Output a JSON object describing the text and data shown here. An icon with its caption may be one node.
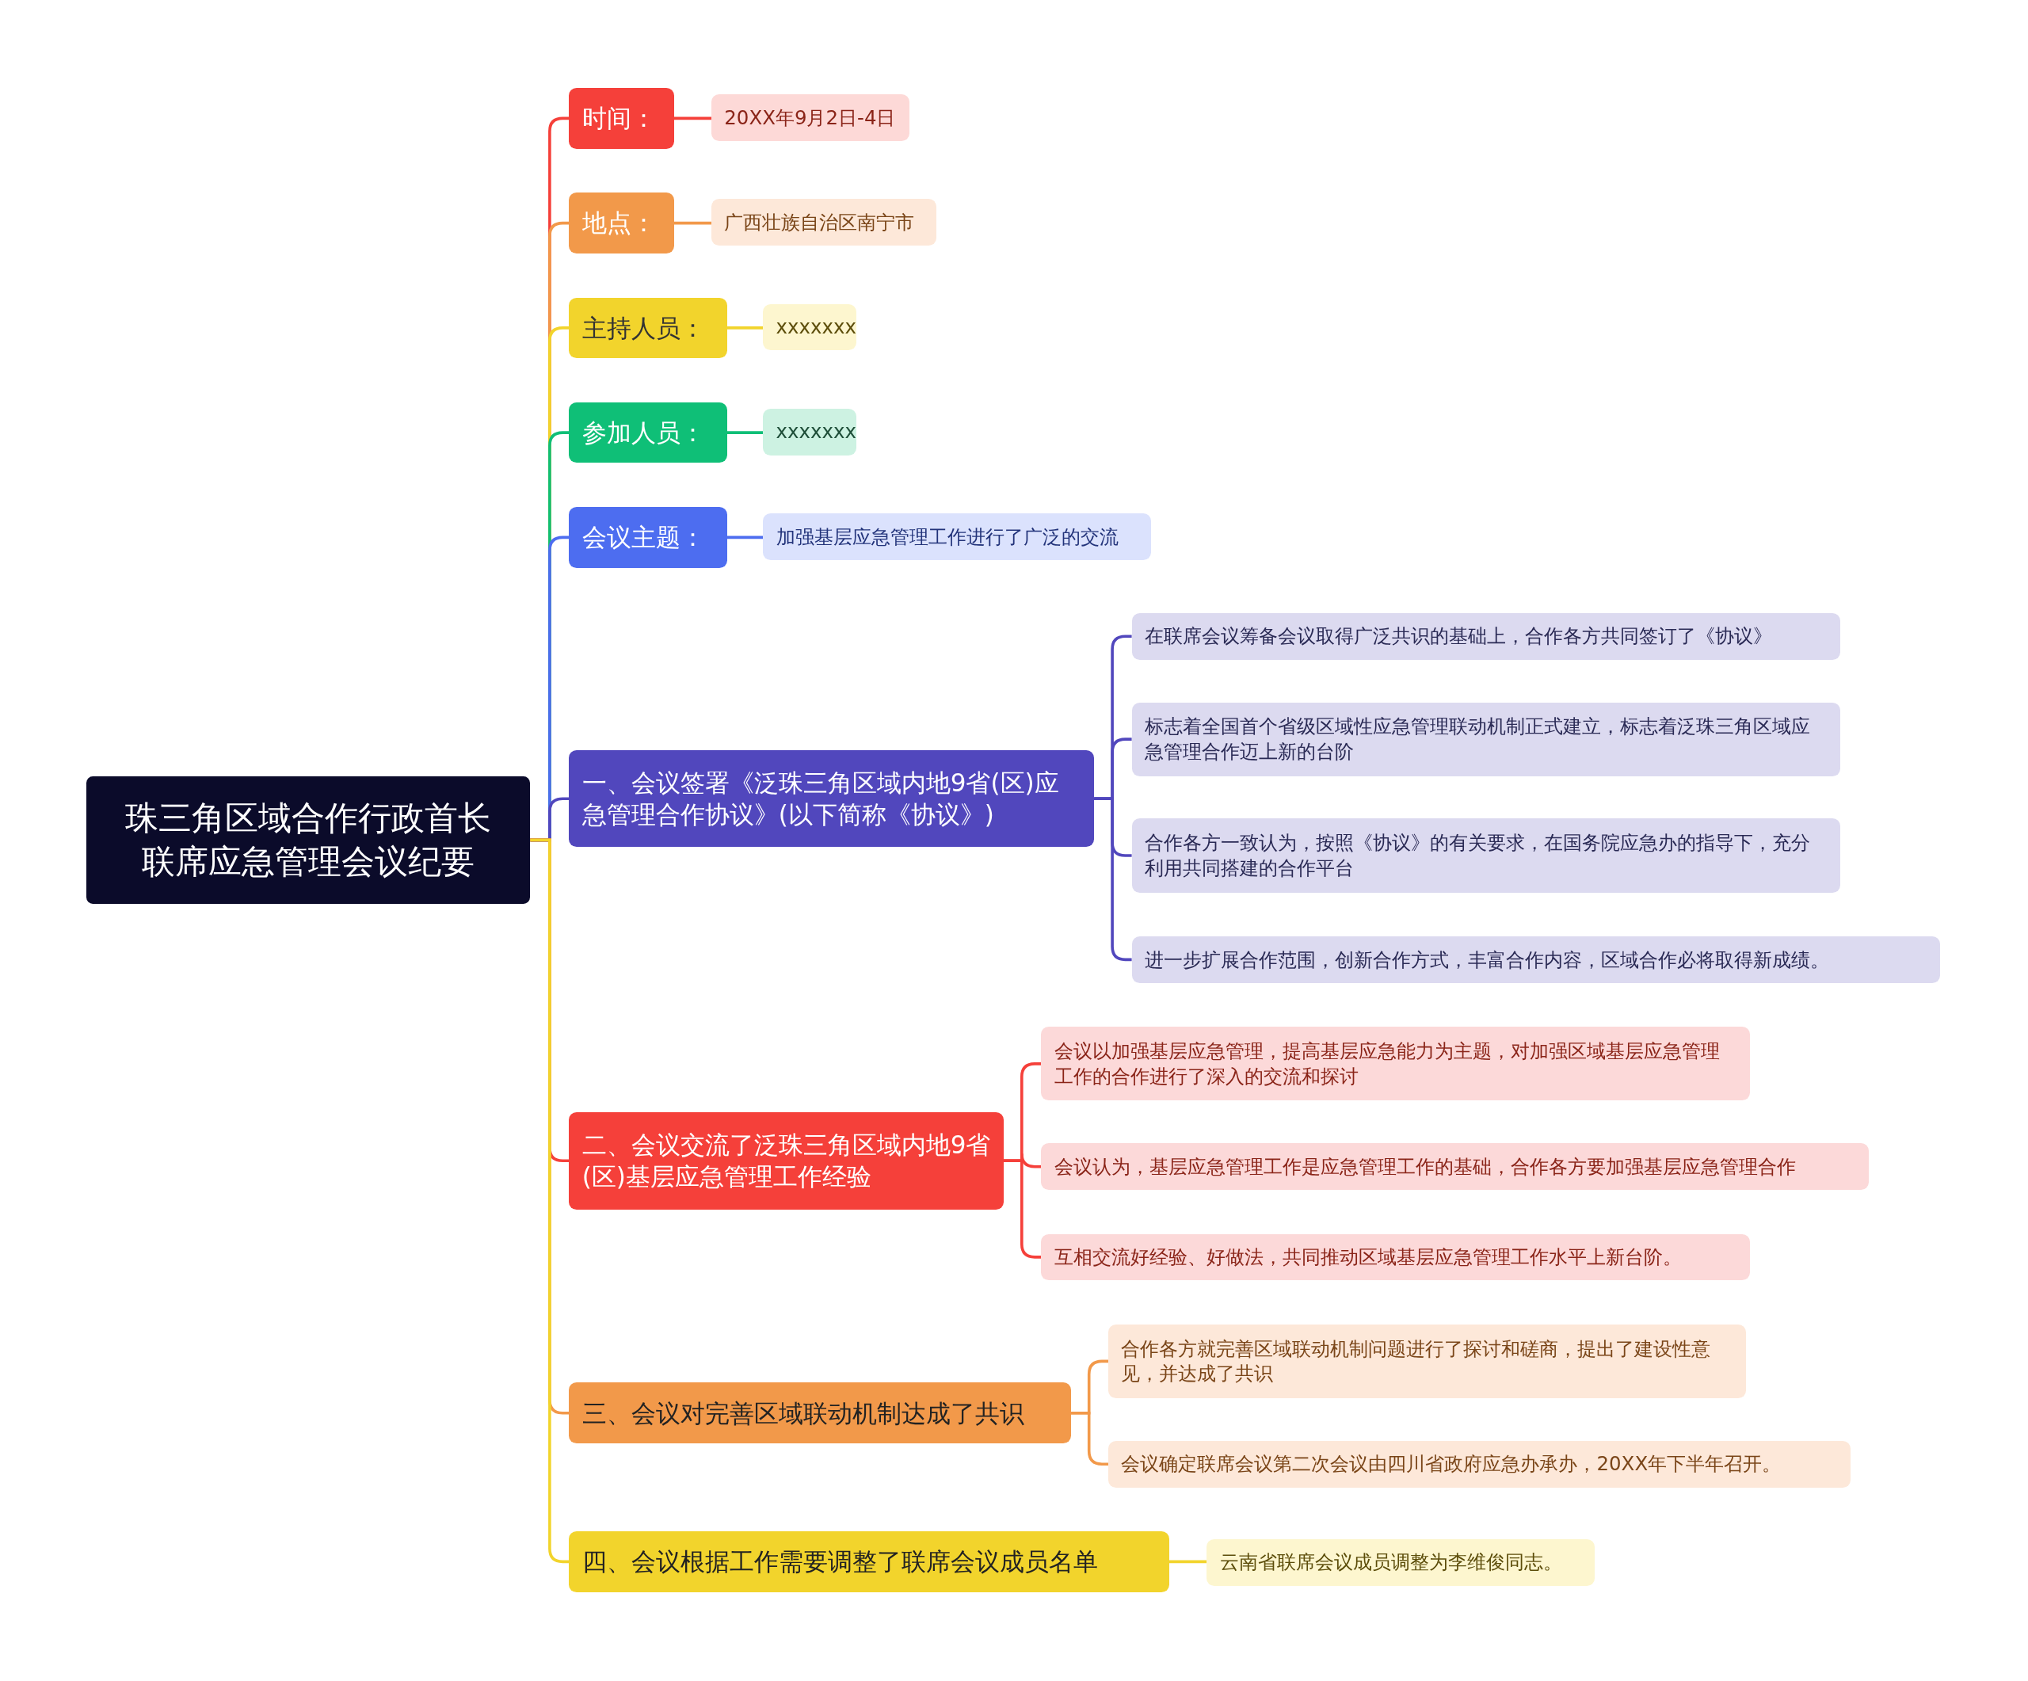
{
  "diagram": {
    "nodes": [
      {
        "text": [
          "珠三角区域合作行政首长联席应急管理会议纪要"
        ]
      },
      {
        "text": [
          "时间："
        ]
      },
      {
        "text": [
          "20XX年9月2日-4日"
        ]
      },
      {
        "text": [
          "地点："
        ]
      },
      {
        "text": [
          "广西壮族自治区南宁市"
        ]
      },
      {
        "text": [
          "主持人员："
        ]
      },
      {
        "text": [
          "xxxxxxx"
        ]
      },
      {
        "text": [
          "参加人员："
        ]
      },
      {
        "text": [
          "xxxxxxx"
        ]
      },
      {
        "text": [
          "会议主题："
        ]
      },
      {
        "text": [
          "加强基层应急管理工作进行了广泛的交流"
        ]
      },
      {
        "text": [
          "一、会议签署《泛珠三角区域内地9省(区)应急管理合作协议》(以下简称《协议》)"
        ]
      },
      {
        "text": [
          "在联席会议筹备会议取得广泛共识的基础上，合作各方共同签订了《协议》"
        ]
      },
      {
        "text": [
          "标志着全国首个省级区域性应急管理联动机制正式建立，标志着泛珠三角区域应急管理合作迈上新的台阶"
        ]
      },
      {
        "text": [
          "合作各方一致认为，按照《协议》的有关要求，在国务院应急办的指导下，充分利用共同搭建的合作平台"
        ]
      },
      {
        "text": [
          "进一步扩展合作范围，创新合作方式，丰富合作内容，区域合作必将取得新成绩。"
        ]
      },
      {
        "text": [
          "二、会议交流了泛珠三角区域内地9省(区)基层应急管理工作经验"
        ]
      },
      {
        "text": [
          "会议以加强基层应急管理，提高基层应急能力为主题，对加强区域基层应急管理工作的合作进行了深入的交流和探讨"
        ]
      },
      {
        "text": [
          "会议认为，基层应急管理工作是应急管理工作的基础，合作各方要加强基层应急管理合作"
        ]
      },
      {
        "text": [
          "互相交流好经验、好做法，共同推动区域基层应急管理工作水平上新台阶。"
        ]
      },
      {
        "text": [
          "三、会议对完善区域联动机制达成了共识"
        ]
      },
      {
        "text": [
          "合作各方就完善区域联动机制问题进行了探讨和磋商，提出了建设性意见，并达成了共识"
        ]
      },
      {
        "text": [
          "会议确定联席会议第二次会议由四川省政府应急办承办，20XX年下半年召开。"
        ]
      },
      {
        "text": [
          "四、会议根据工作需要调整了联席会议成员名单"
        ]
      },
      {
        "text": [
          "云南省联席会议成员调整为李维俊同志。"
        ]
      }
    ],
    "edges": [
      {
        "from": 0,
        "to": 1,
        "arrow": "none",
        "color": "#f5403a"
      },
      {
        "from": 1,
        "to": 2,
        "arrow": "none",
        "color": "#f5403a"
      },
      {
        "from": 0,
        "to": 3,
        "arrow": "none",
        "color": "#f2994a"
      },
      {
        "from": 3,
        "to": 4,
        "arrow": "none",
        "color": "#f2994a"
      },
      {
        "from": 0,
        "to": 5,
        "arrow": "none",
        "color": "#f2d42c"
      },
      {
        "from": 5,
        "to": 6,
        "arrow": "none",
        "color": "#f2d42c"
      },
      {
        "from": 0,
        "to": 7,
        "arrow": "none",
        "color": "#0fbf77"
      },
      {
        "from": 7,
        "to": 8,
        "arrow": "none",
        "color": "#0fbf77"
      },
      {
        "from": 0,
        "to": 9,
        "arrow": "none",
        "color": "#4d6df0"
      },
      {
        "from": 9,
        "to": 10,
        "arrow": "none",
        "color": "#4d6df0"
      },
      {
        "from": 0,
        "to": 11,
        "arrow": "none",
        "color": "#5147bd"
      },
      {
        "from": 11,
        "to": 12,
        "arrow": "none",
        "color": "#5147bd"
      },
      {
        "from": 11,
        "to": 13,
        "arrow": "none",
        "color": "#5147bd"
      },
      {
        "from": 11,
        "to": 14,
        "arrow": "none",
        "color": "#5147bd"
      },
      {
        "from": 11,
        "to": 15,
        "arrow": "none",
        "color": "#5147bd"
      },
      {
        "from": 0,
        "to": 16,
        "arrow": "none",
        "color": "#f5403a"
      },
      {
        "from": 16,
        "to": 17,
        "arrow": "none",
        "color": "#f5403a"
      },
      {
        "from": 16,
        "to": 18,
        "arrow": "none",
        "color": "#f5403a"
      },
      {
        "from": 16,
        "to": 19,
        "arrow": "none",
        "color": "#f5403a"
      },
      {
        "from": 0,
        "to": 20,
        "arrow": "none",
        "color": "#f2994a"
      },
      {
        "from": 20,
        "to": 21,
        "arrow": "none",
        "color": "#f2994a"
      },
      {
        "from": 20,
        "to": 22,
        "arrow": "none",
        "color": "#f2994a"
      },
      {
        "from": 0,
        "to": 23,
        "arrow": "none",
        "color": "#f2d42c"
      },
      {
        "from": 23,
        "to": 24,
        "arrow": "none",
        "color": "#f2d42c"
      }
    ]
  }
}
